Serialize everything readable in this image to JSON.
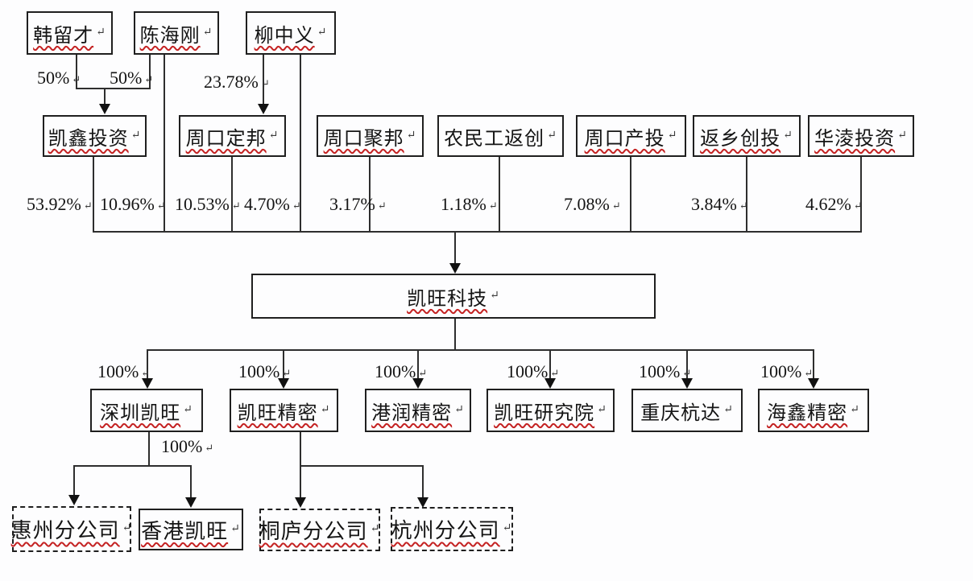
{
  "glyphs": {
    "return_mark": "↵"
  },
  "colors": {
    "background": "#fdfdfe",
    "box_border": "#1f1f1f",
    "line": "#2e2e2e",
    "text": "#141414",
    "spellcheck_underline": "#c42222"
  },
  "diagram": {
    "row1": {
      "boxes": [
        "韩留才",
        "陈海刚",
        "柳中义"
      ],
      "labels": [
        "50%",
        "50%",
        "23.78%"
      ]
    },
    "row2": {
      "boxes": [
        "凯鑫投资",
        "周口定邦",
        "周口聚邦",
        "农民工返创",
        "周口产投",
        "返乡创投",
        "华淩投资"
      ],
      "labels": [
        "53.92%",
        "10.96%",
        "10.53%",
        "4.70%",
        "3.17%",
        "1.18%",
        "7.08%",
        "3.84%",
        "4.62%"
      ]
    },
    "company": "凯旺科技",
    "row3": {
      "boxes": [
        "深圳凯旺",
        "凯旺精密",
        "港润精密",
        "凯旺研究院",
        "重庆杭达",
        "海鑫精密"
      ],
      "labels": [
        "100%",
        "100%",
        "100%",
        "100%",
        "100%",
        "100%"
      ]
    },
    "branch_label_shenzhen": "100%",
    "row4": {
      "boxes": [
        "惠州分公司",
        "香港凯旺",
        "桐庐分公司",
        "杭州分公司"
      ]
    },
    "relationships": [
      {
        "holder": "韩留才",
        "target": "凯鑫投资",
        "pct": "50%"
      },
      {
        "holder": "陈海刚",
        "target": "凯鑫投资",
        "pct": "50%"
      },
      {
        "holder": "柳中义",
        "target": "周口定邦",
        "pct": "23.78%"
      },
      {
        "holder": "凯鑫投资",
        "target": "凯旺科技",
        "pct": "53.92%"
      },
      {
        "holder": "陈海刚",
        "target": "凯旺科技",
        "pct": "10.96%"
      },
      {
        "holder": "周口定邦",
        "target": "凯旺科技",
        "pct": "10.53%"
      },
      {
        "holder": "柳中义",
        "target": "凯旺科技",
        "pct": "4.70%"
      },
      {
        "holder": "周口聚邦",
        "target": "凯旺科技",
        "pct": "3.17%"
      },
      {
        "holder": "农民工返创",
        "target": "凯旺科技",
        "pct": "1.18%"
      },
      {
        "holder": "周口产投",
        "target": "凯旺科技",
        "pct": "7.08%"
      },
      {
        "holder": "返乡创投",
        "target": "凯旺科技",
        "pct": "3.84%"
      },
      {
        "holder": "华淩投资",
        "target": "凯旺科技",
        "pct": "4.62%"
      },
      {
        "holder": "凯旺科技",
        "target": "深圳凯旺",
        "pct": "100%"
      },
      {
        "holder": "凯旺科技",
        "target": "凯旺精密",
        "pct": "100%"
      },
      {
        "holder": "凯旺科技",
        "target": "港润精密",
        "pct": "100%"
      },
      {
        "holder": "凯旺科技",
        "target": "凯旺研究院",
        "pct": "100%"
      },
      {
        "holder": "凯旺科技",
        "target": "重庆杭达",
        "pct": "100%"
      },
      {
        "holder": "凯旺科技",
        "target": "海鑫精密",
        "pct": "100%"
      },
      {
        "holder": "深圳凯旺",
        "target": "惠州分公司",
        "pct": "100%"
      },
      {
        "holder": "深圳凯旺",
        "target": "香港凯旺",
        "pct": "100%"
      },
      {
        "holder": "凯旺精密",
        "target": "桐庐分公司",
        "pct": ""
      },
      {
        "holder": "凯旺精密",
        "target": "杭州分公司",
        "pct": ""
      }
    ]
  }
}
